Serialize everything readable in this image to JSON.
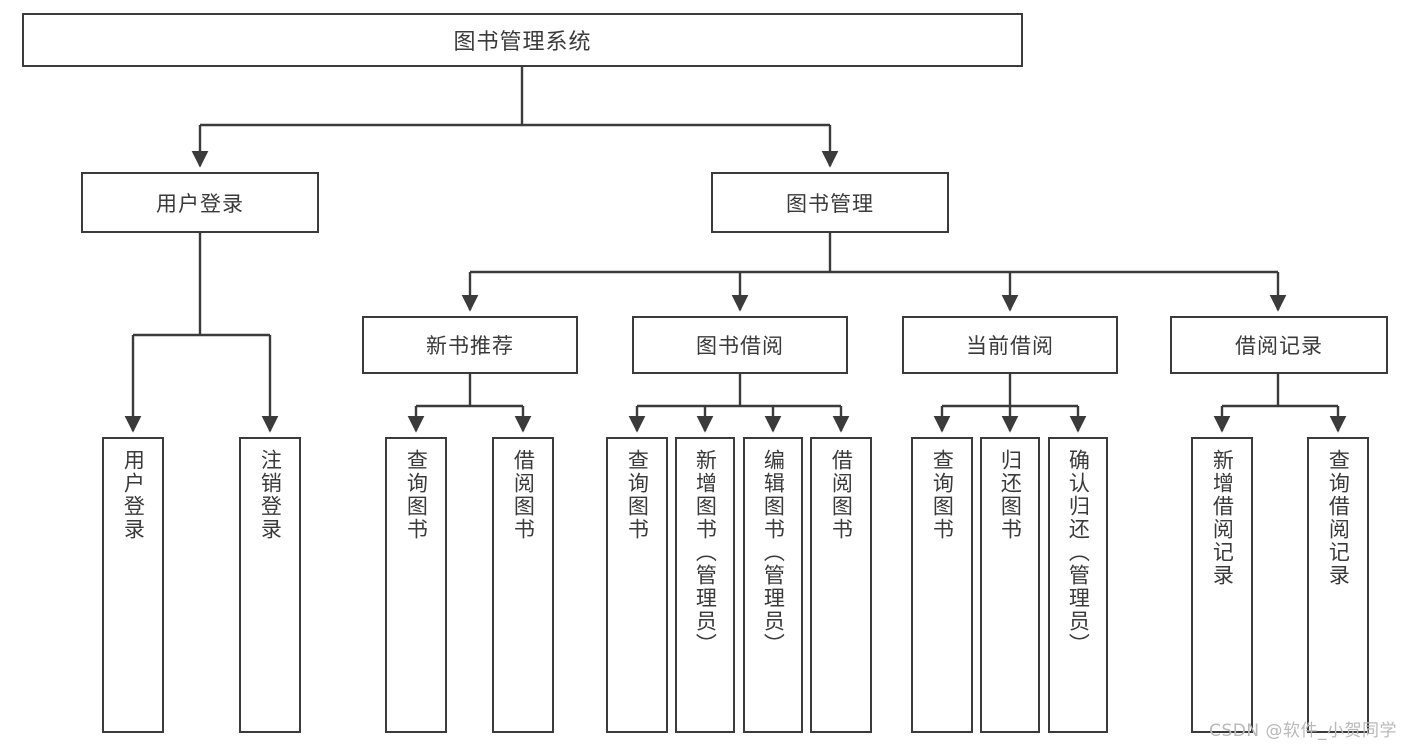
{
  "diagram": {
    "title": "图书管理系统",
    "watermark": "CSDN @软件_小贺同学",
    "line_color": "#3b3b3b",
    "box_fill": "#ffffff",
    "text_color": "#3a3a3a",
    "root": {
      "label": "图书管理系统"
    },
    "level2": [
      {
        "label": "用户登录"
      },
      {
        "label": "图书管理"
      }
    ],
    "level3": [
      {
        "label": "新书推荐"
      },
      {
        "label": "图书借阅"
      },
      {
        "label": "当前借阅"
      },
      {
        "label": "借阅记录"
      }
    ],
    "leaves": [
      {
        "label": "用户登录"
      },
      {
        "label": "注销登录"
      },
      {
        "label": "查询图书"
      },
      {
        "label": "借阅图书"
      },
      {
        "label": "查询图书"
      },
      {
        "label": "新增图书（管理员）"
      },
      {
        "label": "编辑图书（管理员）"
      },
      {
        "label": "借阅图书"
      },
      {
        "label": "查询图书"
      },
      {
        "label": "归还图书"
      },
      {
        "label": "确认归还（管理员）"
      },
      {
        "label": "新增借阅记录"
      },
      {
        "label": "查询借阅记录"
      }
    ]
  }
}
